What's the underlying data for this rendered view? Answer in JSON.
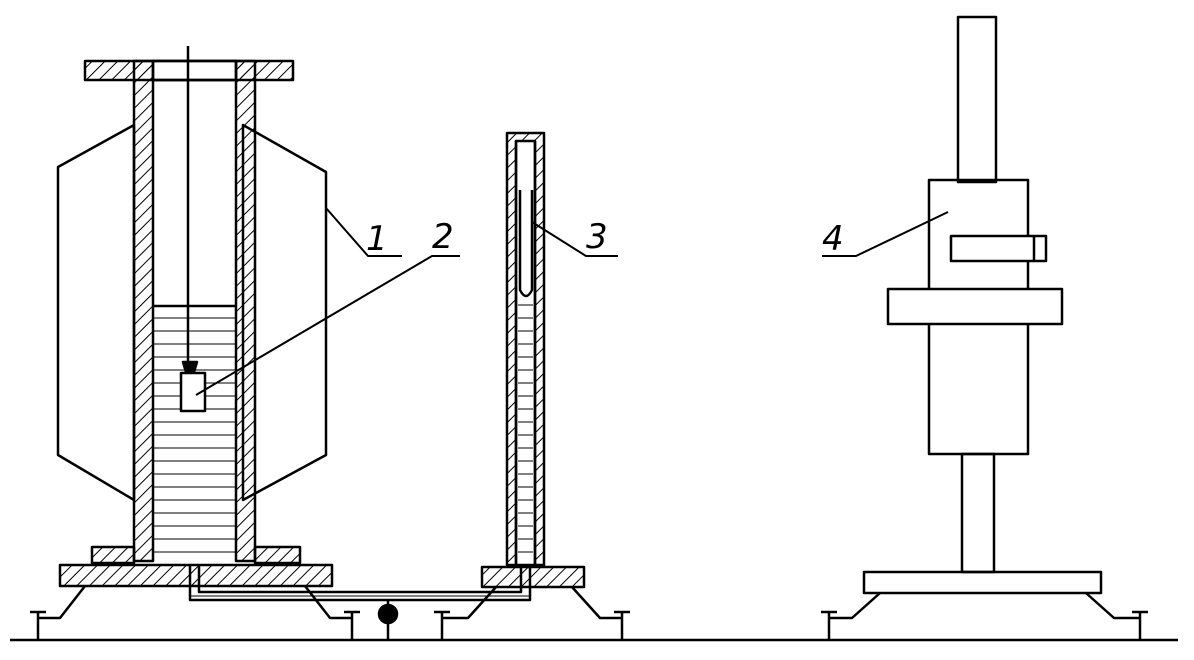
{
  "colors": {
    "ink": "#000000",
    "paper": "#ffffff"
  },
  "labels": {
    "one": "1",
    "two": "2",
    "three": "3",
    "four": "4"
  }
}
